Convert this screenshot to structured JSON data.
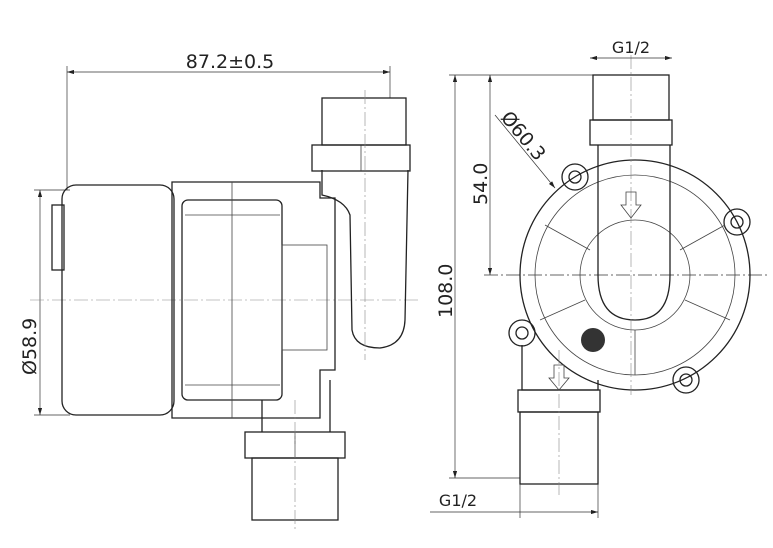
{
  "drawing": {
    "title": "Pump dimension drawing",
    "dimensions": {
      "overall_length": "87.2±0.5",
      "motor_diameter": "Ø58.9",
      "total_height": "108.0",
      "inlet_to_center": "54.0",
      "housing_diameter": "Ø60.3",
      "inlet_thread": "G1/2",
      "outlet_thread": "G1/2"
    }
  }
}
